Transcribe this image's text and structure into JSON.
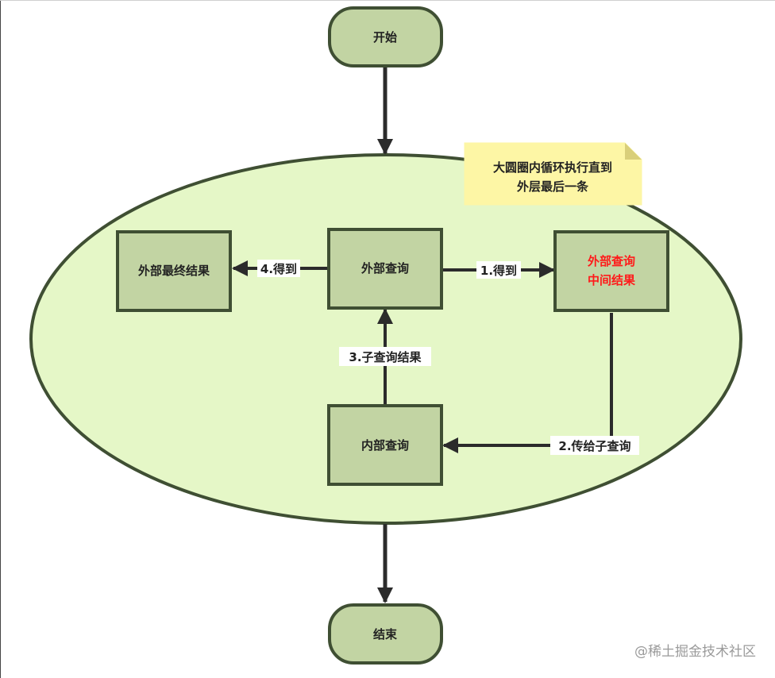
{
  "nodes": {
    "start": "开始",
    "end": "结束",
    "outer_query": "外部查询",
    "outer_final_result": "外部最终结果",
    "outer_mid_result_line1": "外部查询",
    "outer_mid_result_line2": "中间结果",
    "inner_query": "内部查询"
  },
  "edges": {
    "get_1": "1.得到",
    "pass_2": "2.传给子查询",
    "subquery_result_3": "3.子查询结果",
    "get_4": "4.得到"
  },
  "note": {
    "line1": "大圆圈内循环执行直到",
    "line2": "外层最后一条"
  },
  "watermark": "@稀土掘金技术社区",
  "colors": {
    "node_fill": "#c2d4a3",
    "node_stroke": "#3f4f33",
    "ellipse_fill": "#e5f7c7",
    "ellipse_stroke": "#3f4f33",
    "note_fill": "#fdf6a5",
    "arrow": "#2b2b2b",
    "highlight_text": "#ff1a1a"
  }
}
